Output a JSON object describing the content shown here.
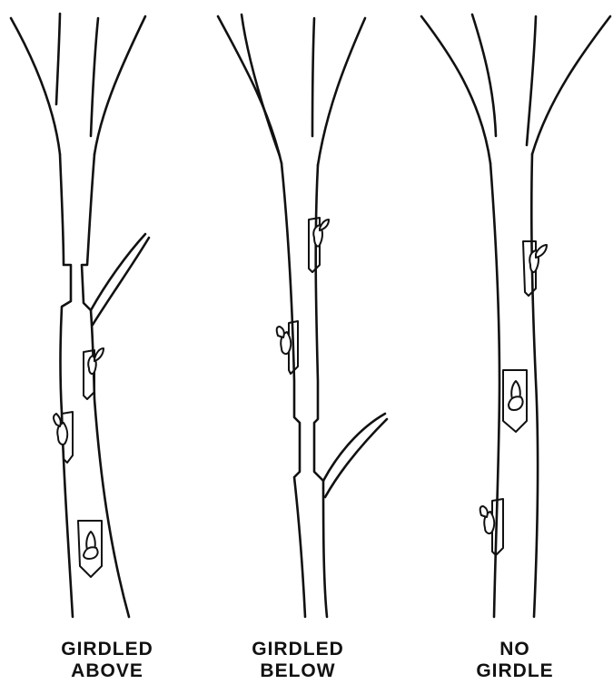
{
  "labels": [
    {
      "line1": "GIRDLED",
      "line2": "ABOVE"
    },
    {
      "line1": "GIRDLED",
      "line2": "BELOW"
    },
    {
      "line1": "NO",
      "line2": "GIRDLE"
    }
  ]
}
